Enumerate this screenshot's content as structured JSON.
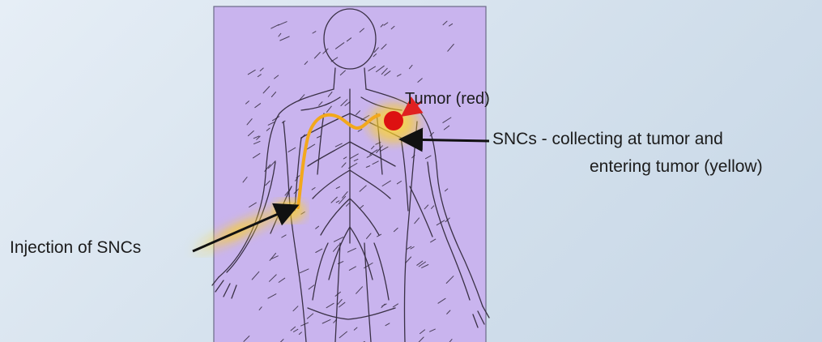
{
  "labels": {
    "tumor": "Tumor (red)",
    "sncs_line1": "SNCs - collecting at tumor and",
    "sncs_line2": "entering tumor (yellow)",
    "injection": "Injection of  SNCs"
  },
  "colors": {
    "background": "#d7e3ee",
    "panel": "#c9b4ee",
    "sketch": "#2a2233",
    "tumor": "#dd1111",
    "glow": "#ffd21f",
    "path": "#f2a81c",
    "arrow": "#111111",
    "tumor_arrow": "#e02020"
  }
}
